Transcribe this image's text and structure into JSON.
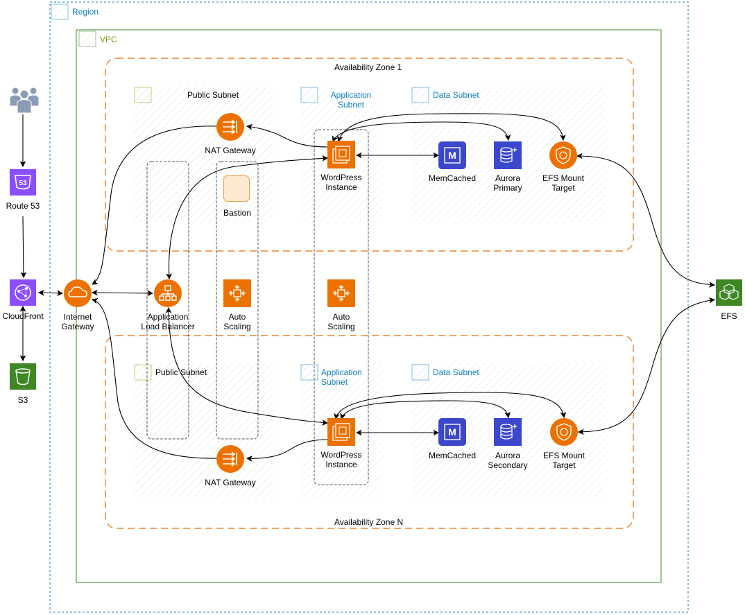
{
  "region": {
    "label": "Region"
  },
  "vpc": {
    "label": "VPC"
  },
  "zones": {
    "az1": "Availability Zone 1",
    "azn": "Availability Zone N"
  },
  "subnets": {
    "public1": "Public Subnet",
    "app1_line1": "Application",
    "app1_line2": "Subnet",
    "data1": "Data Subnet",
    "public2": "Public Subnet",
    "app2_line1": "Application",
    "app2_line2": "Subnet",
    "data2": "Data Subnet"
  },
  "nodes": {
    "route53": "Route 53",
    "cloudfront": "CloudFront",
    "s3": "S3",
    "igw_line1": "Internet",
    "igw_line2": "Gateway",
    "alb_line1": "Application",
    "alb_line2": "Load Balancer",
    "asg1_line1": "Auto",
    "asg1_line2": "Scaling",
    "asg2_line1": "Auto",
    "asg2_line2": "Scaling",
    "nat1": "NAT Gateway",
    "nat2": "NAT Gateway",
    "bastion": "Bastion",
    "wp1_line1": "WordPress",
    "wp1_line2": "Instance",
    "wp2_line1": "WordPress",
    "wp2_line2": "Instance",
    "mem1": "MemCached",
    "mem2": "MemCached",
    "aurora1_line1": "Aurora",
    "aurora1_line2": "Primary",
    "aurora2_line1": "Aurora",
    "aurora2_line2": "Secondary",
    "efsmt1_line1": "EFS Mount",
    "efsmt1_line2": "Target",
    "efsmt2_line1": "EFS Mount",
    "efsmt2_line2": "Target",
    "efs": "EFS",
    "memcached_glyph": "M",
    "route53_glyph": "53"
  },
  "colors": {
    "compute_orange": "#ED7100",
    "network_purple": "#8C4FFF",
    "database_blue": "#3B48CC",
    "storage_green": "#3F8624",
    "region_blue": "#147EBA",
    "vpc_green": "#3F8624",
    "zone_orange": "#F0A462"
  },
  "icons": {
    "users": "users-icon",
    "route53": "route53-icon",
    "cloudfront": "cloudfront-icon",
    "s3": "s3-bucket-icon",
    "igw": "cloud-icon",
    "alb": "load-balancer-icon",
    "nat": "nat-gateway-icon",
    "asg": "auto-scaling-icon",
    "ec2": "chip-icon",
    "elasticache": "memcached-icon",
    "aurora": "aurora-database-icon",
    "efs_mount": "shield-icon",
    "efs": "efs-icon"
  }
}
